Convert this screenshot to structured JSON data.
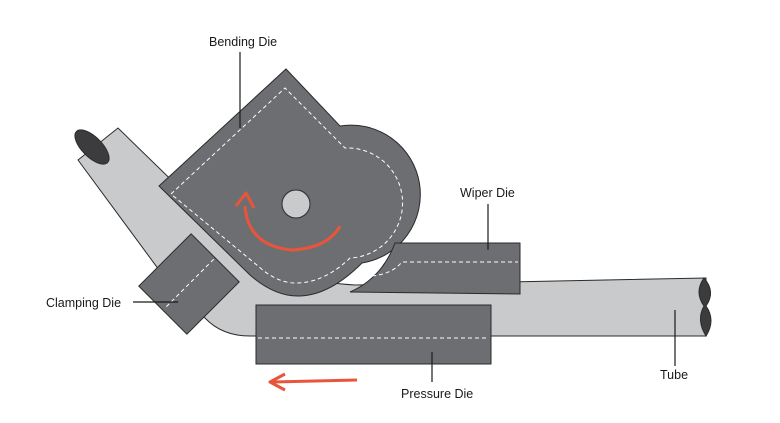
{
  "labels": {
    "bending_die": "Bending Die",
    "wiper_die": "Wiper Die",
    "clamping_die": "Clamping Die",
    "pressure_die": "Pressure Die",
    "tube": "Tube"
  },
  "colors": {
    "die_fill": "#6d6e71",
    "tube_fill": "#c9cacc",
    "tube_end_fill": "#3c3c3e",
    "outline": "#2b2b2b",
    "dashed_line": "#ffffff",
    "arrow": "#e8553b",
    "background": "#ffffff"
  }
}
